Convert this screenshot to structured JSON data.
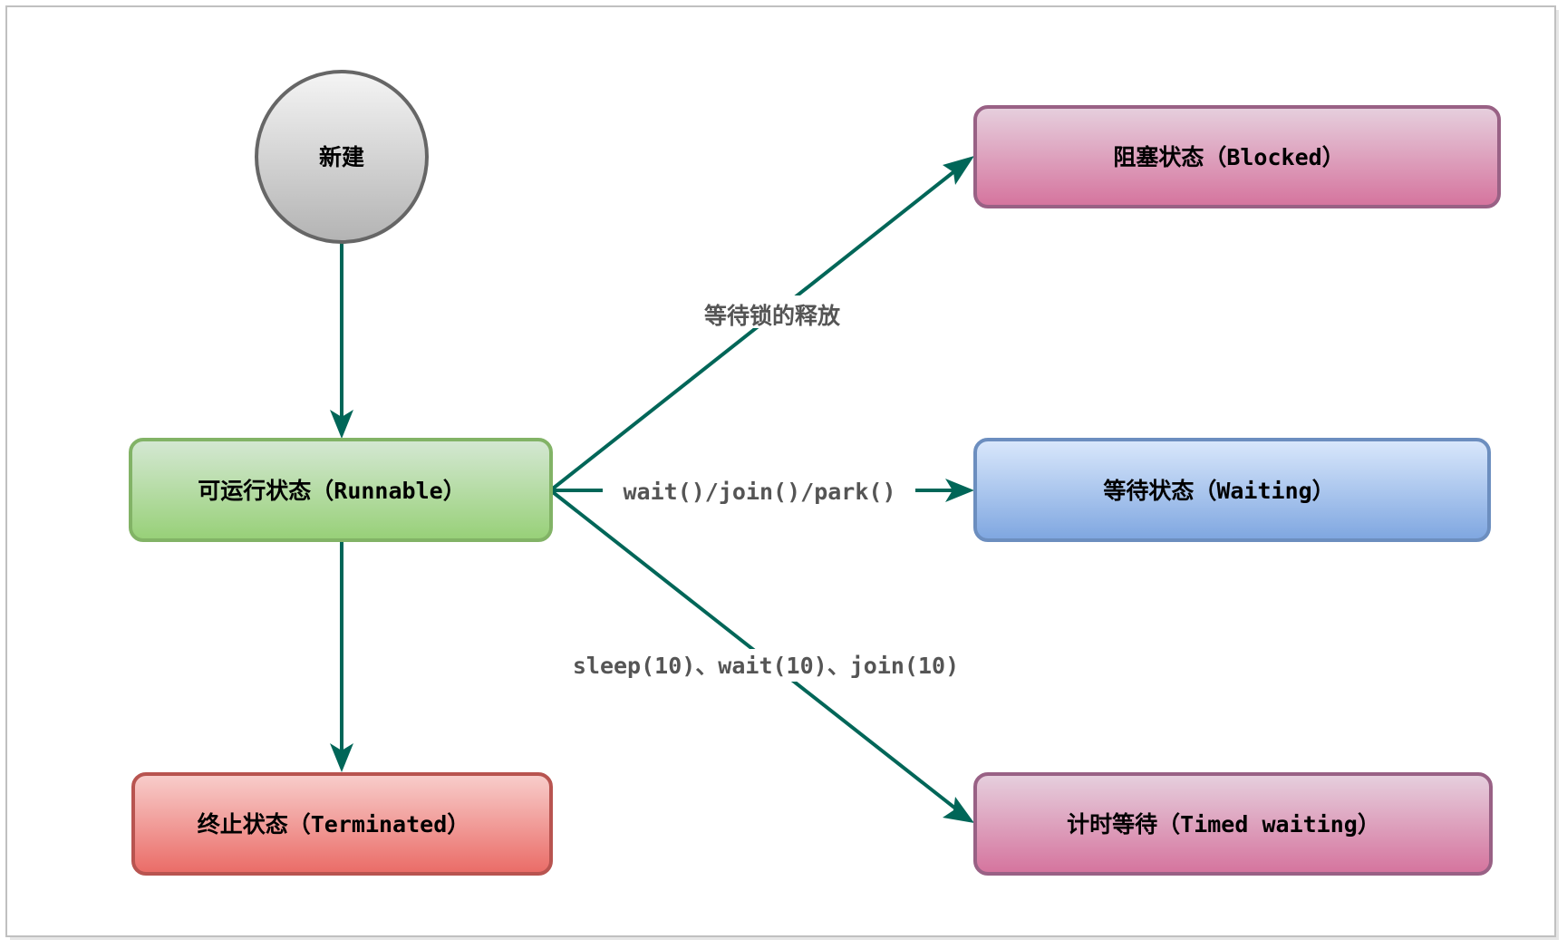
{
  "nodes": {
    "new": {
      "label": "新建"
    },
    "runnable": {
      "label": "可运行状态（Runnable）"
    },
    "terminated": {
      "label": "终止状态（Terminated）"
    },
    "blocked": {
      "label": "阻塞状态（Blocked）"
    },
    "waiting": {
      "label": "等待状态（Waiting）"
    },
    "timed_waiting": {
      "label": "计时等待（Timed waiting）"
    }
  },
  "edges": {
    "to_blocked": {
      "label": "等待锁的释放"
    },
    "to_waiting": {
      "label": "wait()/join()/park()"
    },
    "to_timed_waiting": {
      "label": "sleep(10)、wait(10)、join(10)"
    }
  },
  "colors": {
    "edge": "#006658",
    "new_fill": "#e0e0e0",
    "runnable_fill": "#97d077",
    "terminated_fill": "#ea6b66",
    "blocked_fill": "#d5739d",
    "waiting_fill": "#7ea6e0",
    "timed_waiting_fill": "#d5739d"
  }
}
